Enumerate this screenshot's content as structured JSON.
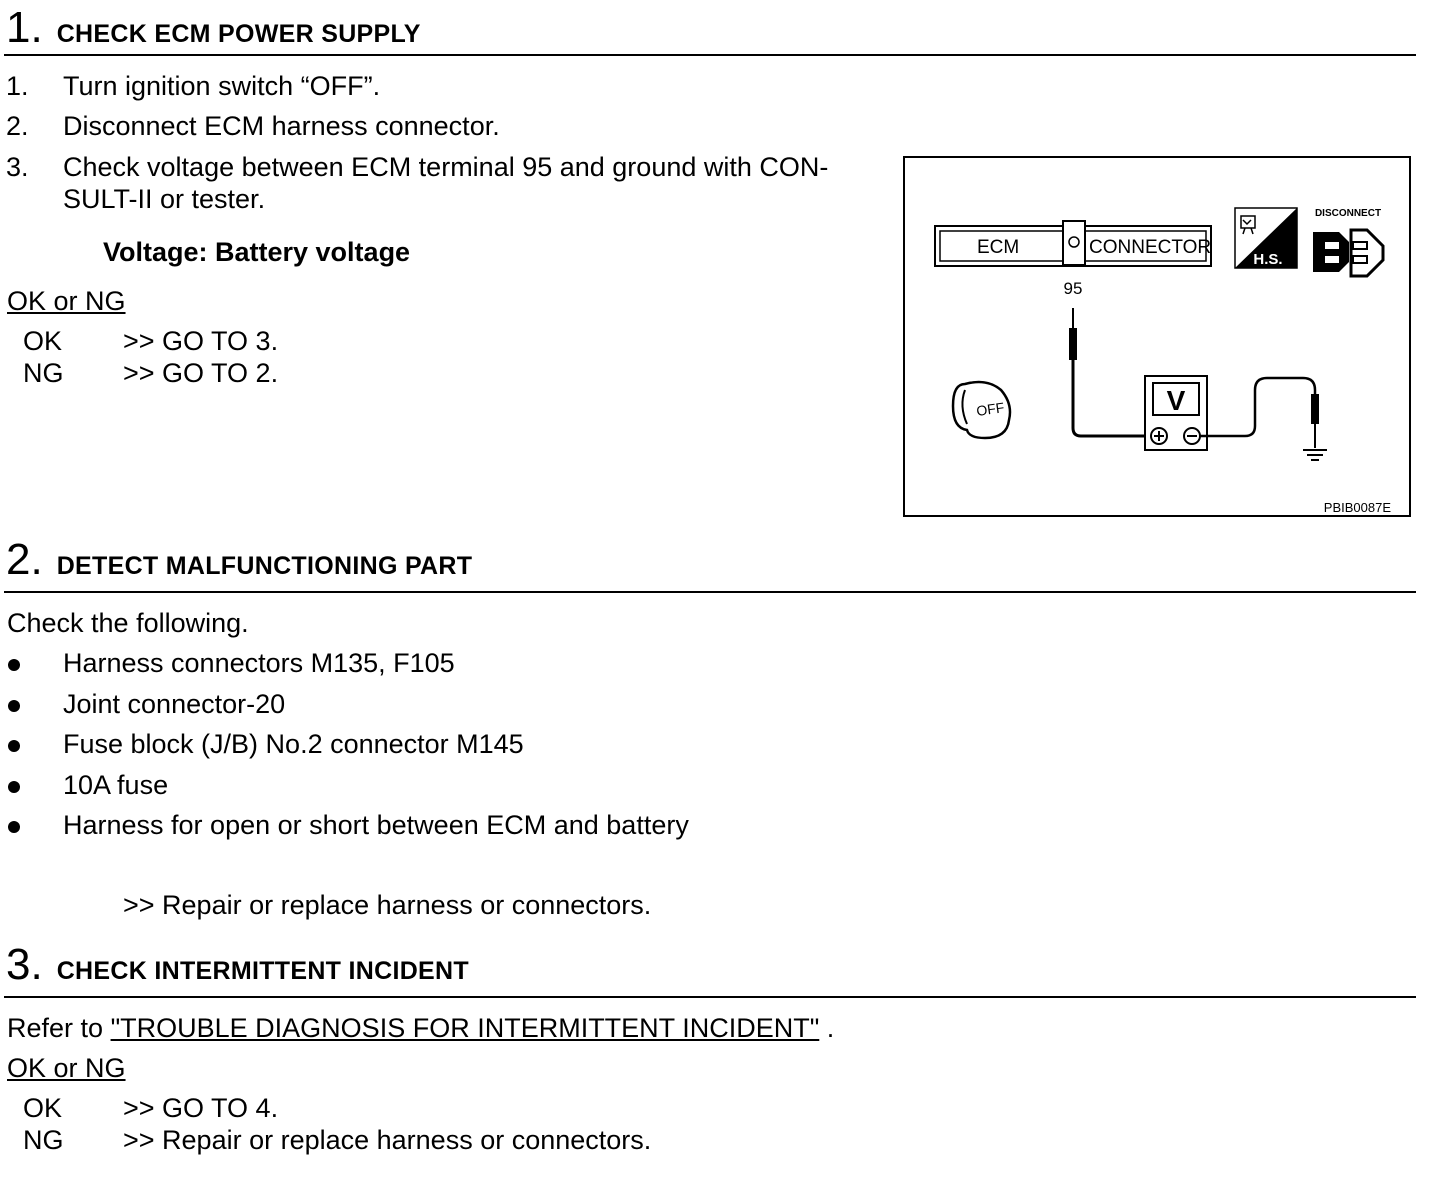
{
  "step1": {
    "number": "1.",
    "title": "CHECK ECM POWER SUPPLY",
    "items": [
      {
        "num": "1.",
        "text": "Turn ignition switch “OFF”."
      },
      {
        "num": "2.",
        "text": "Disconnect ECM harness connector."
      },
      {
        "num": "3.",
        "text_line1": "Check voltage between ECM terminal 95 and ground with CON-",
        "text_line2": "SULT-II or tester."
      }
    ],
    "spec": "Voltage: Battery voltage",
    "result_heading": "OK or NG",
    "results": [
      {
        "label": "OK",
        "action": ">> GO TO 3."
      },
      {
        "label": "NG",
        "action": ">> GO TO 2."
      }
    ]
  },
  "figure": {
    "connector_left": "ECM",
    "connector_right": "CONNECTOR",
    "terminal": "95",
    "meter": "V",
    "key_label": "OFF",
    "hs_label": "H.S.",
    "disconnect_label": "DISCONNECT",
    "code": "PBIB0087E"
  },
  "step2": {
    "number": "2.",
    "title": "DETECT MALFUNCTIONING PART",
    "intro": "Check the following.",
    "bullets": [
      "Harness connectors M135, F105",
      "Joint connector-20",
      "Fuse block (J/B) No.2 connector M145",
      "10A fuse",
      "Harness for open or short between ECM and battery"
    ],
    "action": ">> Repair or replace harness or connectors."
  },
  "step3": {
    "number": "3.",
    "title": "CHECK INTERMITTENT INCIDENT",
    "refer_prefix": "Refer to",
    "refer_link": "\"TROUBLE DIAGNOSIS FOR INTERMITTENT INCIDENT\"",
    "refer_suffix": ".",
    "result_heading": "OK or NG",
    "results": [
      {
        "label": "OK",
        "action": ">> GO TO 4."
      },
      {
        "label": "NG",
        "action": ">> Repair or replace harness or connectors."
      }
    ]
  }
}
